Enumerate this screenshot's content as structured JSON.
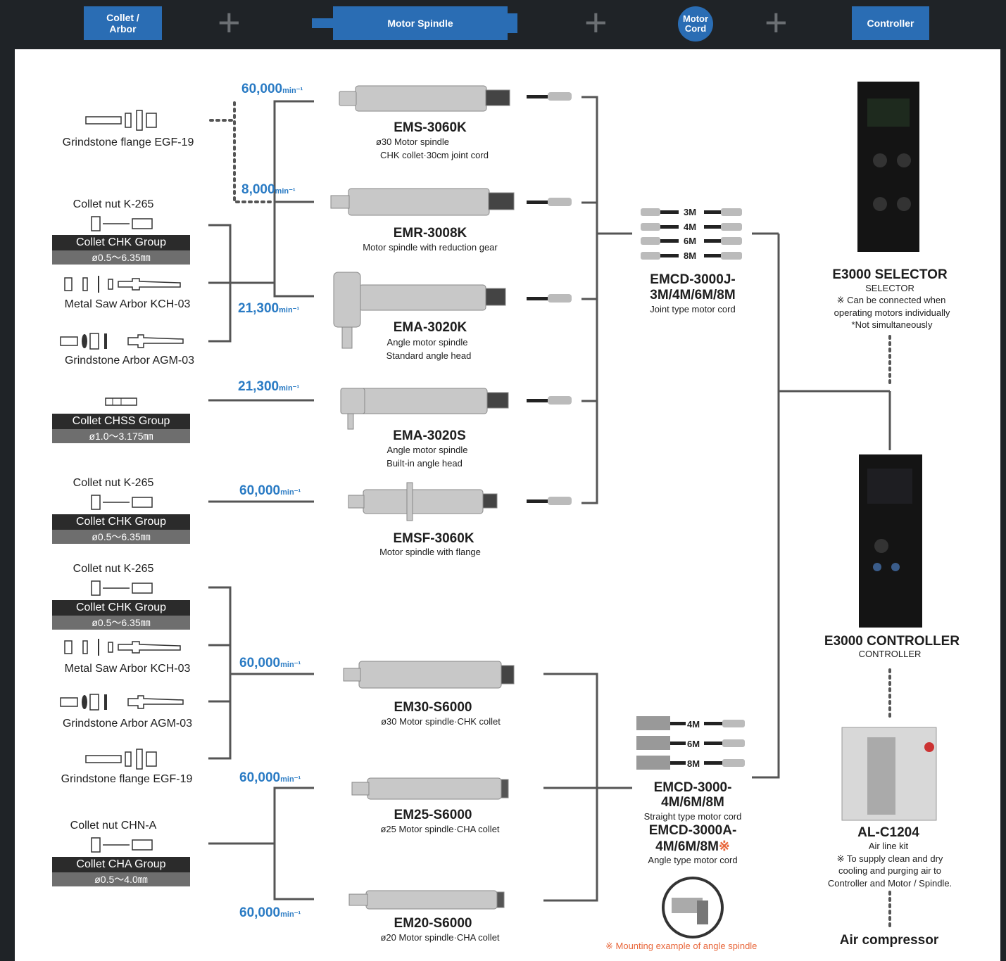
{
  "header": {
    "collet": "Collet /\nArbor",
    "motor_spindle": "Motor Spindle",
    "motor_cord": "Motor\nCord",
    "controller": "Controller"
  },
  "left": {
    "egf19_top": "Grindstone flange EGF-19",
    "collet_nut_1": "Collet nut K-265",
    "chk_group_1": "Collet CHK Group",
    "chk_range_1": "ø0.5～6.35㎜",
    "kch03_1": "Metal Saw Arbor KCH-03",
    "agm03_1": "Grindstone Arbor AGM-03",
    "chss_group": "Collet CHSS Group",
    "chss_range": "ø1.0～3.175㎜",
    "collet_nut_2": "Collet nut K-265",
    "chk_group_2": "Collet CHK Group",
    "chk_range_2": "ø0.5～6.35㎜",
    "collet_nut_3": "Collet nut K-265",
    "chk_group_3": "Collet CHK Group",
    "chk_range_3": "ø0.5～6.35㎜",
    "kch03_2": "Metal Saw Arbor KCH-03",
    "agm03_2": "Grindstone Arbor AGM-03",
    "egf19_bottom": "Grindstone flange EGF-19",
    "chn_a": "Collet nut CHN-A",
    "cha_group": "Collet CHA Group",
    "cha_range": "ø0.5～4.0㎜"
  },
  "speeds": {
    "s1": "60,000",
    "s2": "8,000",
    "s3": "21,300",
    "s4": "21,300",
    "s5": "60,000",
    "s6": "60,000",
    "s7": "60,000",
    "s8": "60,000",
    "unit": "min⁻¹"
  },
  "spindles": [
    {
      "name": "EMS-3060K",
      "desc1": "ø30 Motor spindle",
      "desc2": "CHK collet·30cm joint cord"
    },
    {
      "name": "EMR-3008K",
      "desc1": "Motor spindle with reduction gear",
      "desc2": ""
    },
    {
      "name": "EMA-3020K",
      "desc1": "Angle motor spindle",
      "desc2": "Standard angle head"
    },
    {
      "name": "EMA-3020S",
      "desc1": "Angle motor spindle",
      "desc2": "Built-in angle head"
    },
    {
      "name": "EMSF-3060K",
      "desc1": "Motor spindle with flange",
      "desc2": ""
    },
    {
      "name": "EM30-S6000",
      "desc1": "ø30 Motor spindle·CHK collet",
      "desc2": ""
    },
    {
      "name": "EM25-S6000",
      "desc1": "ø25 Motor spindle·CHA collet",
      "desc2": ""
    },
    {
      "name": "EM20-S6000",
      "desc1": "ø20 Motor spindle·CHA collet",
      "desc2": ""
    }
  ],
  "cords": {
    "joint_lengths": [
      "3M",
      "4M",
      "6M",
      "8M"
    ],
    "joint_name1": "EMCD-3000J-",
    "joint_name2": "3M/4M/6M/8M",
    "joint_desc": "Joint type motor cord",
    "straight_lengths": [
      "4M",
      "6M",
      "8M"
    ],
    "straight_name1": "EMCD-3000-",
    "straight_name2": "4M/6M/8M",
    "straight_desc": "Straight type motor cord",
    "angle_name1": "EMCD-3000A-",
    "angle_name2": "4M/6M/8M",
    "angle_mark": "※",
    "angle_desc": "Angle type motor cord",
    "mounting_note": "※ Mounting example of angle spindle"
  },
  "right": {
    "selector_name": "E3000 SELECTOR",
    "selector_sub": "SELECTOR",
    "selector_note1": "※ Can be connected when",
    "selector_note2": "operating motors individually",
    "selector_note3": "*Not simultaneously",
    "controller_name": "E3000 CONTROLLER",
    "controller_sub": "CONTROLLER",
    "air_name": "AL-C1204",
    "air_sub": "Air line kit",
    "air_note1": "※ To supply clean and dry",
    "air_note2": "cooling and purging air to",
    "air_note3": "Controller and Motor / Spindle.",
    "compressor": "Air compressor"
  },
  "colors": {
    "accent": "#2a6db4",
    "speed": "#2a7bc4",
    "note": "#e8663a",
    "background": "#1f2327"
  }
}
